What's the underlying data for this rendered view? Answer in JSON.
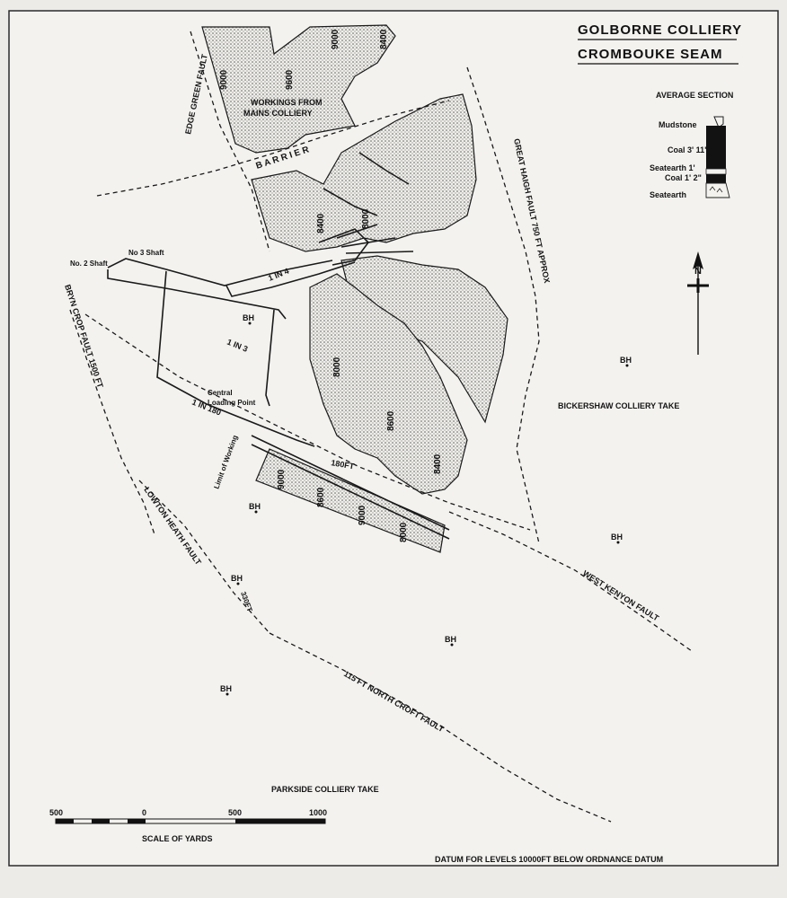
{
  "title": {
    "line1": "GOLBORNE COLLIERY",
    "line2": "CROMBOUKE SEAM"
  },
  "average_section": {
    "heading": "AVERAGE SECTION",
    "layers": [
      "Mudstone",
      "Coal 3' 11\"",
      "Seatearth 1'",
      "Coal 1' 2\"",
      "Seatearth"
    ]
  },
  "north_label": "N",
  "faults": {
    "edge_green": "EDGE GREEN FAULT",
    "great_haigh": "GREAT HAIGH FAULT 750 FT APPROX",
    "bryn_crop": "BRYN CROP FAULT 1500 FT",
    "lowton_heath": "LOWTON HEATH FAULT",
    "lowton_throw": "330FT",
    "west_kenyon": "WEST KENYON FAULT",
    "north_croft": "115 FT   NORTH CROFT FAULT",
    "throw_180": "180FT"
  },
  "labels": {
    "workings_mains_line1": "WORKINGS FROM",
    "workings_mains_line2": "MAINS COLLIERY",
    "barrier": "B A R R I E R",
    "no2_shaft": "No. 2 Shaft",
    "no3_shaft": "No 3 Shaft",
    "central_line1": "Central",
    "central_line2": "Loading Point",
    "limit_working": "Limit of Working",
    "bickershaw": "BICKERSHAW COLLIERY TAKE",
    "parkside": "PARKSIDE COLLIERY TAKE",
    "gradient_1in4": "1 IN 4",
    "gradient_1in3": "1 IN 3",
    "gradient_1in180": "1 IN 180",
    "borehole": "BH"
  },
  "contours": [
    "9000",
    "9600",
    "9000",
    "8400",
    "8000",
    "8600",
    "8400",
    "9000",
    "8600",
    "9000",
    "8000",
    "8400",
    "8000"
  ],
  "scale": {
    "ticks": [
      "500",
      "0",
      "500",
      "1000"
    ],
    "label": "SCALE OF YARDS"
  },
  "datum": "DATUM FOR LEVELS 10000FT BELOW ORDNANCE DATUM"
}
